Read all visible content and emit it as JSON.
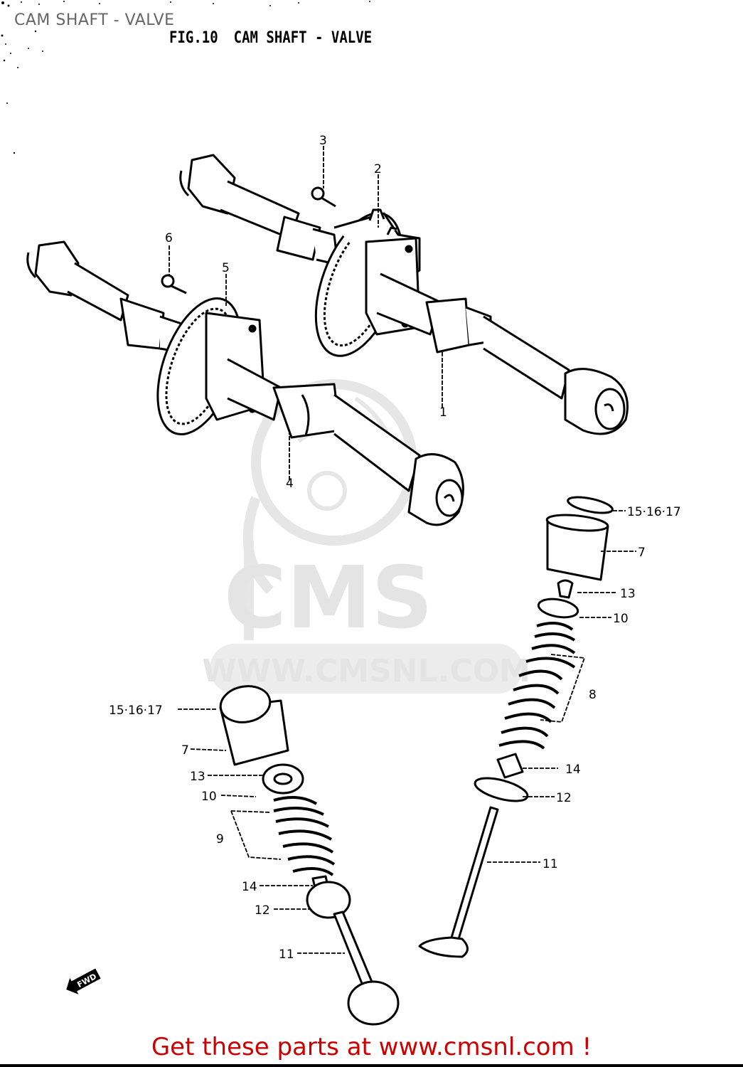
{
  "header": {
    "title": "CAM SHAFT - VALVE",
    "figure_number": "FIG.10",
    "figure_title": "CAM SHAFT - VALVE"
  },
  "watermark": {
    "logo_text": "CMS",
    "url_text": "WWW.CMSNL.COM",
    "color": "#e4e4e4"
  },
  "diagram": {
    "direction_marker": "FWD",
    "callouts": [
      {
        "id": "c1",
        "label": "1",
        "part": "camshaft-exhaust"
      },
      {
        "id": "c2",
        "label": "2",
        "part": "sprocket-upper"
      },
      {
        "id": "c3",
        "label": "3",
        "part": "bolt-upper"
      },
      {
        "id": "c4",
        "label": "4",
        "part": "camshaft-intake"
      },
      {
        "id": "c5",
        "label": "5",
        "part": "sprocket-lower"
      },
      {
        "id": "c6",
        "label": "6",
        "part": "bolt-lower"
      },
      {
        "id": "c7r",
        "label": "7",
        "part": "tappet-right"
      },
      {
        "id": "c7l",
        "label": "7",
        "part": "tappet-left"
      },
      {
        "id": "c8",
        "label": "8",
        "part": "valve-right"
      },
      {
        "id": "c9",
        "label": "9",
        "part": "valve-left"
      },
      {
        "id": "c10r",
        "label": "10",
        "part": "spring-right"
      },
      {
        "id": "c10l",
        "label": "10",
        "part": "spring-left"
      },
      {
        "id": "c11r",
        "label": "11",
        "part": "retainer-right"
      },
      {
        "id": "c11l",
        "label": "11",
        "part": "retainer-left"
      },
      {
        "id": "c12r",
        "label": "12",
        "part": "spring-seat-right"
      },
      {
        "id": "c12l",
        "label": "12",
        "part": "spring-seat-left"
      },
      {
        "id": "c13r",
        "label": "13",
        "part": "cotter-right"
      },
      {
        "id": "c13l",
        "label": "13",
        "part": "cotter-left"
      },
      {
        "id": "c14r",
        "label": "14",
        "part": "stem-seal-right"
      },
      {
        "id": "c14l",
        "label": "14",
        "part": "stem-seal-left"
      },
      {
        "id": "c15r",
        "label": "15·16·17",
        "part": "shim-right"
      },
      {
        "id": "c15l",
        "label": "15·16·17",
        "part": "shim-left"
      }
    ]
  },
  "footer": {
    "promo_text": "Get these parts at www.cmsnl.com !",
    "color": "#cc0000"
  }
}
